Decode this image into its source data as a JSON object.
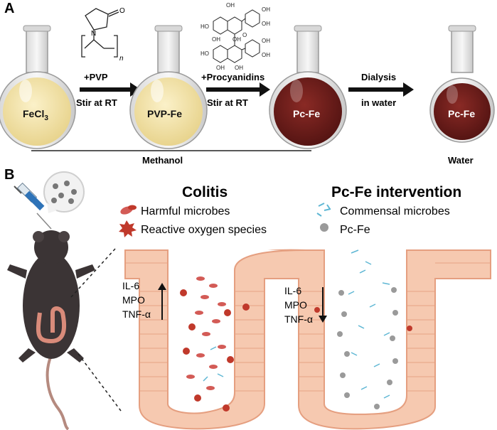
{
  "panel_a": {
    "label": "A",
    "flask1_text": "FeCl",
    "flask1_sub": "3",
    "flask2_text": "PVP-Fe",
    "flask3_text": "Pc-Fe",
    "flask4_text": "Pc-Fe",
    "arrow1_line1": "+PVP",
    "arrow1_line2": "Stir at RT",
    "arrow2_line1": "+Procyanidins",
    "arrow2_line2": "Stir at RT",
    "arrow3_line1": "Dialysis",
    "arrow3_line2": "in water",
    "pvp_n": "n",
    "pvp_o": "O",
    "pvp_n_atom": "N",
    "pc_oh": "OH",
    "pc_ho": "HO",
    "pc_o": "O",
    "solvent1": "Methanol",
    "solvent2": "Water",
    "colors": {
      "yellow_solution": "#f1e1a4",
      "dark_solution": "#6f1d1b"
    }
  },
  "panel_b": {
    "label": "B",
    "title_left": "Colitis",
    "title_right": "Pc-Fe intervention",
    "legend_left": [
      "Harmful microbes",
      "Reactive oxygen species"
    ],
    "legend_right": [
      "Commensal microbes",
      "Pc-Fe"
    ],
    "left_markers": [
      "IL-6",
      "MPO",
      "TNF-α"
    ],
    "right_markers": [
      "IL-6",
      "MPO",
      "TNF-α"
    ],
    "colors": {
      "tissue": "#f6c9b0",
      "tissue_edge": "#e59f80",
      "harmful": "#c0392b",
      "commensal": "#5fb7d4",
      "pcfe": "#9a9a9a",
      "mouse": "#3b3435"
    }
  }
}
